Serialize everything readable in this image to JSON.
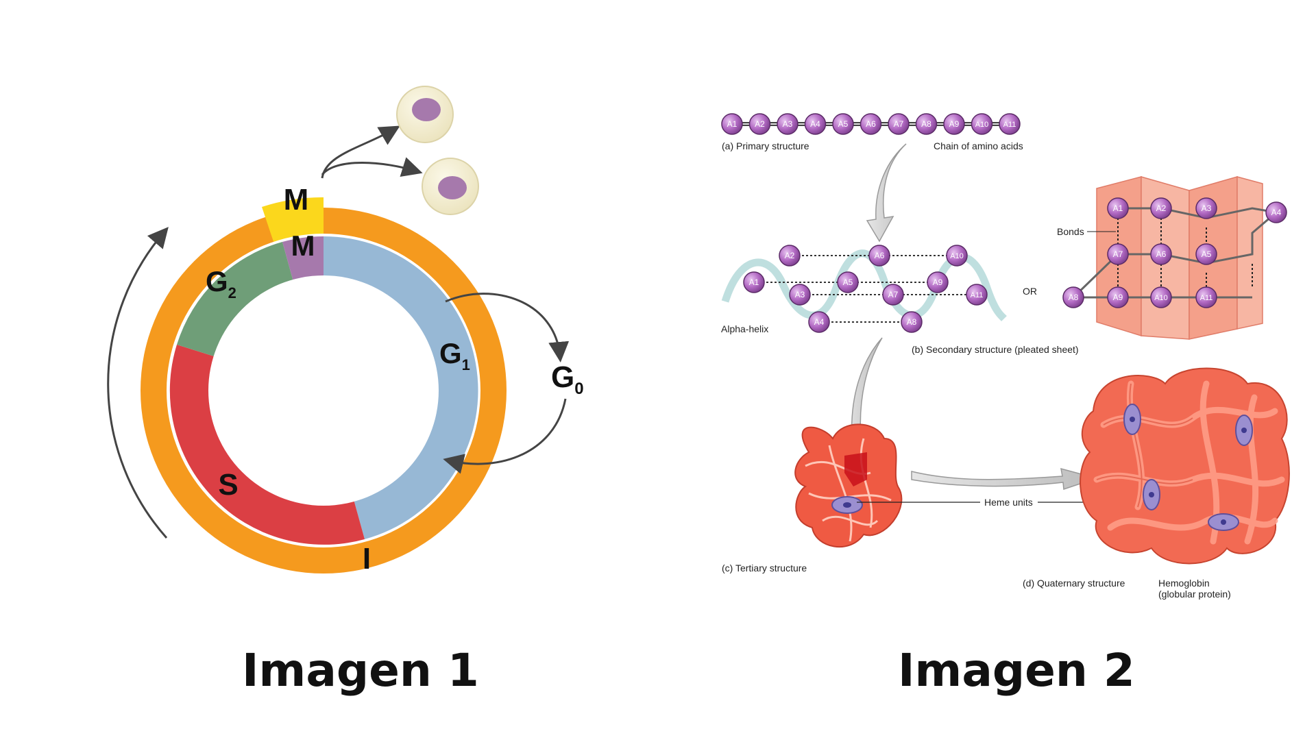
{
  "captions": {
    "left": "Imagen 1",
    "right": "Imagen 2"
  },
  "cell_cycle": {
    "outer_mitosis_label": "M",
    "inner_mitosis_label": "M",
    "g2_label": "G",
    "g2_sub": "2",
    "s_label": "S",
    "g1_label": "G",
    "g1_sub": "1",
    "interphase_label": "I",
    "g0_label": "G",
    "g0_sub": "0",
    "colors": {
      "interphase": "#f59a1e",
      "mitosis_outer": "#fbd71c",
      "mitosis_inner": "#a679ac",
      "g2": "#6f9e78",
      "s": "#db3f44",
      "g1": "#97b8d5",
      "cell_fill": "#f4efd3",
      "nucleus": "#a679ac"
    }
  },
  "protein_structure": {
    "primary": {
      "residues": [
        "A1",
        "A2",
        "A3",
        "A4",
        "A5",
        "A6",
        "A7",
        "A8",
        "A9",
        "A10",
        "A11"
      ],
      "label": "(a) Primary structure",
      "chain_label": "Chain of amino acids"
    },
    "alpha_helix": {
      "label": "Alpha-helix",
      "residues": [
        "A1",
        "A2",
        "A3",
        "A4",
        "A5",
        "A6",
        "A7",
        "A8",
        "A9",
        "A10",
        "A11"
      ]
    },
    "or_label": "OR",
    "pleated_sheet": {
      "bonds_label": "Bonds",
      "residues": [
        "A1",
        "A2",
        "A3",
        "A4",
        "A5",
        "A6",
        "A7",
        "A8",
        "A9",
        "A10",
        "A11"
      ],
      "label": "(b) Secondary structure (pleated sheet)"
    },
    "tertiary_label": "(c) Tertiary structure",
    "heme_label": "Heme units",
    "quaternary_label": "(d) Quaternary structure",
    "hemoglobin_label": "Hemoglobin",
    "hemoglobin_sub": "(globular protein)",
    "colors": {
      "residue": "#b36bc4",
      "ribbon": "#e8553f",
      "sheet": "#f6a48f",
      "helix_backbone": "#b8dcdc"
    }
  }
}
